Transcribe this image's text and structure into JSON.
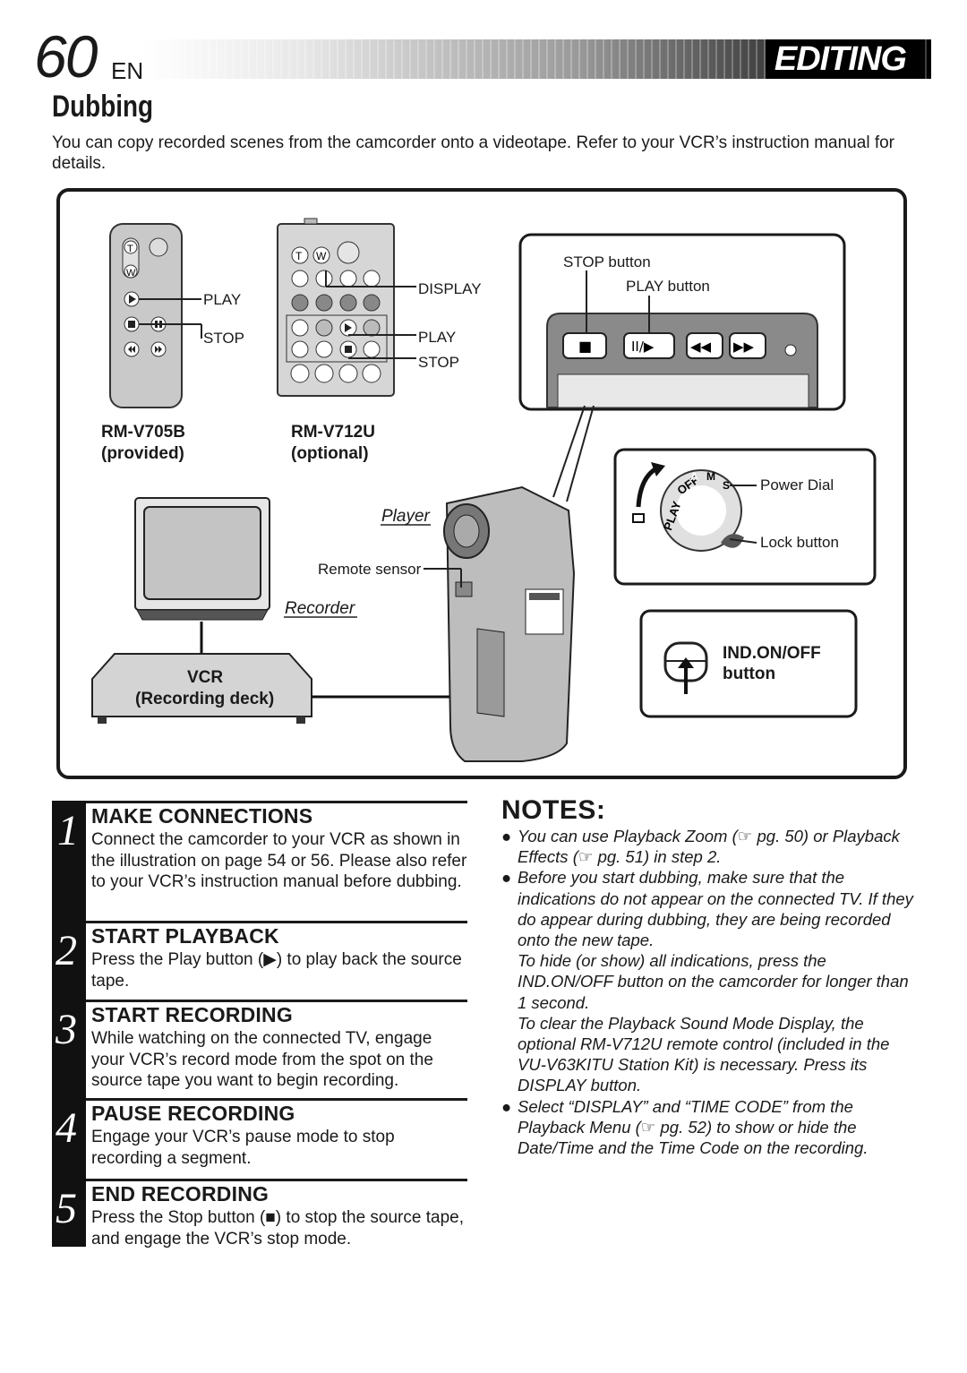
{
  "header": {
    "page_number": "60",
    "language": "EN",
    "section": "EDITING"
  },
  "title": "Dubbing",
  "intro": "You can copy recorded scenes from the camcorder onto a videotape. Refer to your VCR’s instruction manual for details.",
  "diagram": {
    "remote1": {
      "model": "RM-V705B",
      "note": "(provided)",
      "play": "PLAY",
      "stop": "STOP",
      "btn_t": "T",
      "btn_w": "W"
    },
    "remote2": {
      "model": "RM-V712U",
      "note": "(optional)",
      "display": "DISPLAY",
      "play": "PLAY",
      "stop": "STOP",
      "btn_t": "T",
      "btn_w": "W"
    },
    "closeup": {
      "stop_button": "STOP button",
      "play_button": "PLAY button",
      "stop_symbol": "■",
      "play_symbol": "II/▶",
      "rew_symbol": "◀◀",
      "ff_symbol": "▶▶"
    },
    "power_dial": {
      "label": "Power Dial",
      "lock": "Lock button",
      "play": "PLAY",
      "off": "OFF",
      "a": "A",
      "m": "M",
      "s": "S"
    },
    "ind": {
      "line1": "IND.ON/OFF",
      "line2": "button"
    },
    "player": "Player",
    "recorder": "Recorder",
    "remote_sensor": "Remote sensor",
    "vcr": {
      "line1": "VCR",
      "line2": "(Recording deck)"
    }
  },
  "steps": [
    {
      "num": "1",
      "heading": "MAKE CONNECTIONS",
      "body": "Connect the camcorder  to your VCR as shown in the illustration on page 54 or 56. Please also refer to your VCR’s instruction manual before dubbing."
    },
    {
      "num": "2",
      "heading": "START PLAYBACK",
      "body": "Press the Play button (▶) to play back the source tape."
    },
    {
      "num": "3",
      "heading": "START RECORDING",
      "body": "While watching on the connected TV, engage your VCR’s record mode from the spot on the source tape you want to begin recording."
    },
    {
      "num": "4",
      "heading": "PAUSE RECORDING",
      "body": "Engage your VCR’s pause mode to stop recording a segment."
    },
    {
      "num": "5",
      "heading": "END RECORDING",
      "body": "Press the Stop button (■) to stop the source tape, and engage the VCR’s stop mode."
    }
  ],
  "notes": {
    "title": "NOTES:",
    "items": [
      [
        "You can use Playback Zoom (☞ pg. 50) or Playback Effects (☞ pg. 51) in step 2."
      ],
      [
        "Before you start dubbing, make sure that the indications do not appear on the connected TV. If they do appear during dubbing, they are being recorded onto the new tape.",
        "To hide (or show) all indications, press the IND.ON/OFF button on the camcorder for longer than 1 second.",
        "To clear the Playback Sound Mode Display, the optional RM-V712U remote control (included in the VU-V63KITU Station Kit) is necessary. Press its DISPLAY button."
      ],
      [
        "Select “DISPLAY” and “TIME CODE” from the Playback Menu (☞ pg. 52) to show or hide the Date/Time and the Time Code on the recording."
      ]
    ]
  }
}
